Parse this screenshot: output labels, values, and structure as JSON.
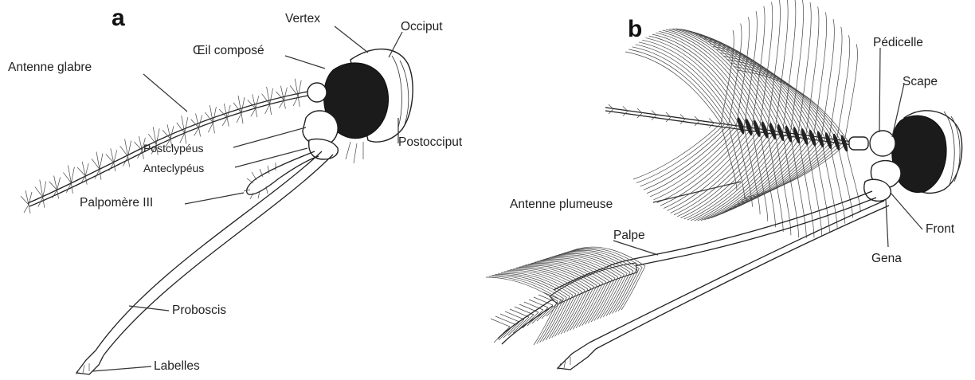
{
  "panel_a": {
    "letter": "a",
    "labels": {
      "vertex": "Vertex",
      "occiput": "Occiput",
      "oeil_compose": "Œil composé",
      "antenne_glabre": "Antenne glabre",
      "postocciput": "Postocciput",
      "postclypeus": "Postclypéus",
      "anteclypeus": "Anteclypéus",
      "palpomere": "Palpomère III",
      "proboscis": "Proboscis",
      "labelles": "Labelles"
    }
  },
  "panel_b": {
    "letter": "b",
    "labels": {
      "pedicelle": "Pédicelle",
      "scape": "Scape",
      "antenne_plumeuse": "Antenne plumeuse",
      "front": "Front",
      "palpe": "Palpe",
      "gena": "Gena"
    }
  },
  "colors": {
    "ink": "#222222",
    "eye": "#1b1b1b",
    "background": "#ffffff"
  }
}
